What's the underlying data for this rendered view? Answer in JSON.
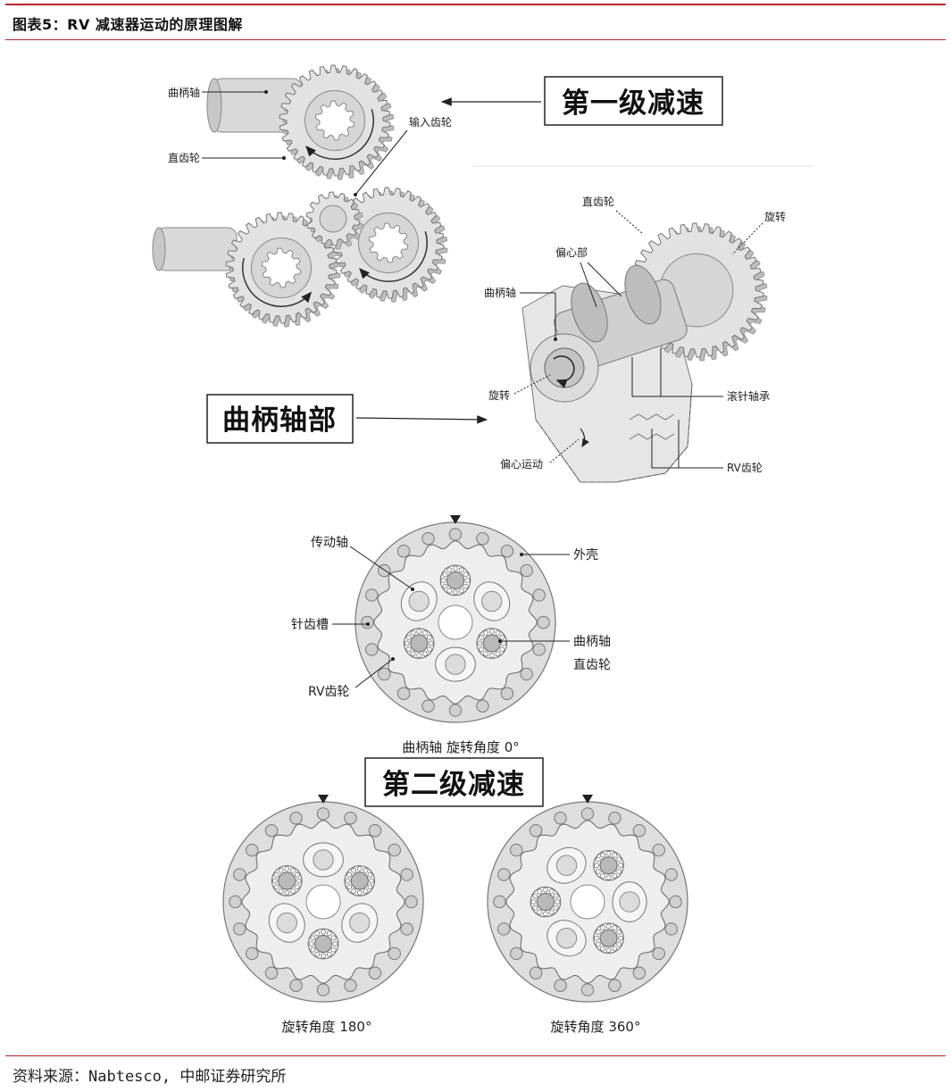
{
  "header": {
    "title": "图表5：RV 减速器运动的原理图解"
  },
  "footer": {
    "source": "资料来源：Nabtesco, 中邮证券研究所"
  },
  "stage1": {
    "box_label": "第一级减速",
    "labels": {
      "crankshaft": "曲柄轴",
      "spur_gear": "直齿轮",
      "input_gear": "输入齿轮"
    }
  },
  "crank": {
    "box_label": "曲柄轴部",
    "labels": {
      "spur_gear": "直齿轮",
      "rotation_top": "旋转",
      "eccentric": "偏心部",
      "crankshaft": "曲柄轴",
      "rotation_left": "旋转",
      "needle_bearing": "滚针轴承",
      "eccentric_motion": "偏心运动",
      "rv_gear": "RV齿轮"
    }
  },
  "stage2": {
    "box_label": "第二级减速",
    "labels": {
      "drive_shaft": "传动轴",
      "housing": "外壳",
      "pin_slot": "针齿槽",
      "crankshaft": "曲柄轴",
      "spur_gear": "直齿轮",
      "rv_gear": "RV齿轮"
    },
    "captions": {
      "deg0": "曲柄轴 旋转角度 0°",
      "deg180": "旋转角度 180°",
      "deg360": "旋转角度 360°"
    }
  }
}
